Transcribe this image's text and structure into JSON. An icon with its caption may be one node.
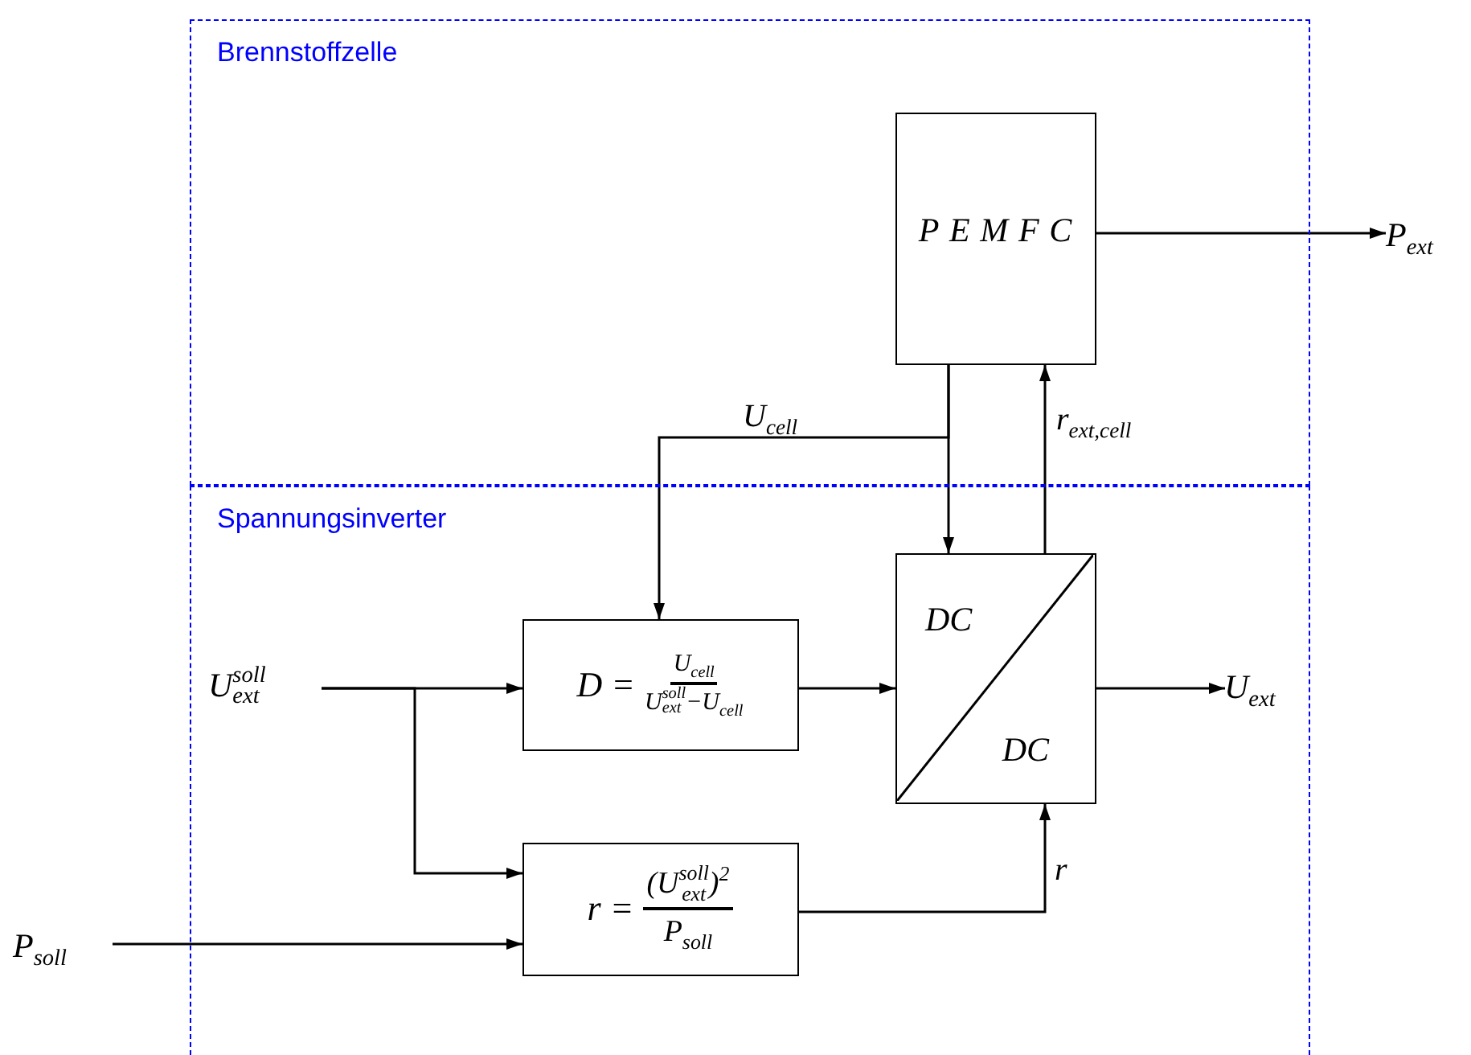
{
  "diagram": {
    "nodes": [
      {
        "text": [
          "Brennstoffzelle"
        ]
      },
      {
        "text": [
          "Spannungsinverter"
        ]
      },
      {
        "text": [
          "PEMFC"
        ],
        "in": 0
      },
      {
        "text": [
          "DC",
          "DC"
        ],
        "in": 1
      },
      {
        "text": [
          "D =",
          "U$_{cell}$",
          "U$^{soll}$$_{ext}$−U$_{cell}$"
        ],
        "in": 1
      },
      {
        "text": [
          "r =",
          "(U$^{soll}$$_{ext}$)$^{2}$",
          "P$_{soll}$"
        ],
        "in": 1
      },
      {
        "text": [
          "U$^{soll}$$_{ext}$"
        ],
        "in": 1
      },
      {
        "text": [
          "P$_{soll}$"
        ]
      },
      {
        "text": [
          "P$_{ext}$"
        ]
      },
      {
        "text": [
          "U$_{ext}$"
        ],
        "in": 1
      }
    ],
    "edges": [
      {
        "from": 2,
        "to": 8,
        "arrow": "to"
      },
      {
        "from": 2,
        "to": 3,
        "arrow": "to"
      },
      {
        "from": 2,
        "to": 4,
        "arrow": "to",
        "label": "U$_{cell}$"
      },
      {
        "from": 3,
        "to": 2,
        "arrow": "to",
        "label": "r$_{ext,cell}$"
      },
      {
        "from": 6,
        "to": 4,
        "arrow": "to"
      },
      {
        "from": 6,
        "to": 5,
        "arrow": "to"
      },
      {
        "from": 7,
        "to": 5,
        "arrow": "to"
      },
      {
        "from": 4,
        "to": 3,
        "arrow": "to"
      },
      {
        "from": 5,
        "to": 3,
        "arrow": "to",
        "label": "r"
      },
      {
        "from": 3,
        "to": 9,
        "arrow": "to"
      }
    ]
  }
}
